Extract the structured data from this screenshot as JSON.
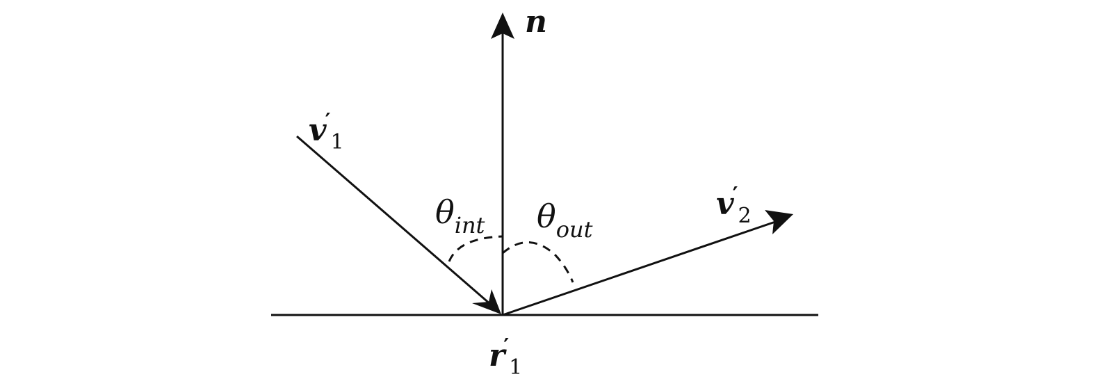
{
  "labels": {
    "normal": "n",
    "incoming_vector": "v",
    "incoming_prime": "′",
    "incoming_sub": "1",
    "outgoing_vector": "v",
    "outgoing_prime": "′",
    "outgoing_sub": "2",
    "contact_point": "r",
    "contact_prime": "′",
    "contact_sub": "1",
    "theta_in": "θ",
    "theta_in_sub": "int",
    "theta_out": "θ",
    "theta_out_sub": "out"
  },
  "colors": {
    "stroke": "#111111"
  }
}
